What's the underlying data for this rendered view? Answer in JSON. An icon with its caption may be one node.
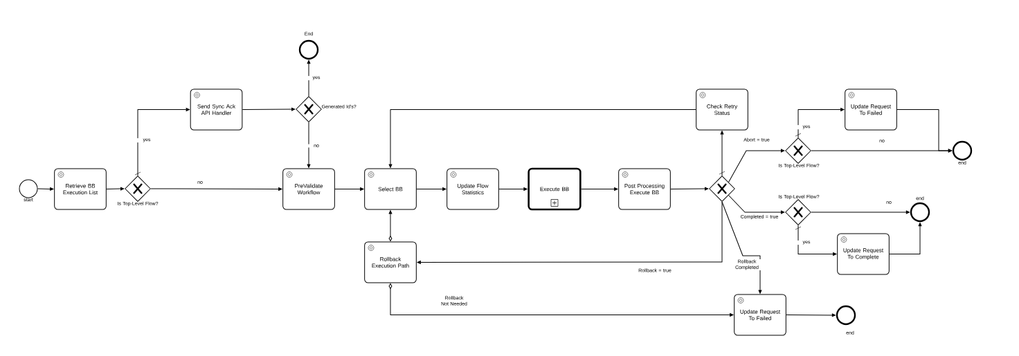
{
  "diagram": {
    "nodes": [
      {
        "text": [],
        "shape": "circle",
        "beside": [
          "start"
        ]
      },
      {
        "text": [
          "Retrieve BB Execution List"
        ]
      },
      {
        "text": [],
        "shape": "diamond",
        "beside": [
          "Is Top-Level Flow?"
        ]
      },
      {
        "text": [
          "Send Sync Ack API Handler"
        ]
      },
      {
        "text": [],
        "shape": "diamond",
        "beside": [
          "Generated Id's?"
        ]
      },
      {
        "text": [],
        "shape": "circle",
        "beside": [
          "End"
        ]
      },
      {
        "text": [
          "PreValidate Workflow"
        ]
      },
      {
        "text": [
          "Select BB"
        ]
      },
      {
        "text": [
          "Update Flow Statistics"
        ]
      },
      {
        "text": [
          "Execute BB"
        ]
      },
      {
        "text": [
          "Post Processing Execute BB"
        ]
      },
      {
        "text": [],
        "shape": "diamond"
      },
      {
        "text": [
          "Check Retry Status"
        ]
      },
      {
        "text": [
          "Rollback Execution Path"
        ]
      },
      {
        "text": [],
        "shape": "diamond",
        "beside": [
          "Is Top-Level Flow?"
        ]
      },
      {
        "text": [
          "Update Request To Failed"
        ]
      },
      {
        "text": [],
        "shape": "circle",
        "beside": [
          "end"
        ]
      },
      {
        "text": [],
        "shape": "diamond",
        "beside": [
          "Is Top-Level Flow?"
        ]
      },
      {
        "text": [],
        "shape": "circle",
        "beside": [
          "end"
        ]
      },
      {
        "text": [
          "Update Request To Complete"
        ]
      },
      {
        "text": [
          "Update Request To Failed"
        ]
      },
      {
        "text": [],
        "shape": "circle",
        "beside": [
          "end"
        ]
      }
    ],
    "edges": [
      {
        "from": 0,
        "to": 1,
        "arrow": "to"
      },
      {
        "from": 1,
        "to": 2,
        "arrow": "to"
      },
      {
        "from": 2,
        "to": 3,
        "arrow": "to",
        "label": "yes"
      },
      {
        "from": 2,
        "to": 6,
        "arrow": "to",
        "label": "no"
      },
      {
        "from": 3,
        "to": 4,
        "arrow": "to"
      },
      {
        "from": 4,
        "to": 5,
        "arrow": "to",
        "label": "yes"
      },
      {
        "from": 4,
        "to": 6,
        "arrow": "to",
        "label": "no"
      },
      {
        "from": 6,
        "to": 7,
        "arrow": "to"
      },
      {
        "from": 7,
        "to": 8,
        "arrow": "to"
      },
      {
        "from": 8,
        "to": 9,
        "arrow": "to"
      },
      {
        "from": 9,
        "to": 10,
        "arrow": "to"
      },
      {
        "from": 10,
        "to": 11,
        "arrow": "to"
      },
      {
        "from": 11,
        "to": 12,
        "arrow": "to"
      },
      {
        "from": 12,
        "to": 7,
        "arrow": "to"
      },
      {
        "from": 11,
        "to": 14,
        "arrow": "to",
        "label": "Abort = true"
      },
      {
        "from": 14,
        "to": 15,
        "arrow": "to",
        "label": "yes"
      },
      {
        "from": 14,
        "to": 16,
        "arrow": "to",
        "label": "no"
      },
      {
        "from": 15,
        "to": 16,
        "arrow": "to"
      },
      {
        "from": 11,
        "to": 17,
        "arrow": "to",
        "label": "Completed = true"
      },
      {
        "from": 17,
        "to": 18,
        "arrow": "to",
        "label": "no"
      },
      {
        "from": 17,
        "to": 19,
        "arrow": "to",
        "label": "yes"
      },
      {
        "from": 19,
        "to": 18,
        "arrow": "to"
      },
      {
        "from": 11,
        "to": 20,
        "arrow": "to",
        "label": "Rollback Completed"
      },
      {
        "from": 11,
        "to": 13,
        "arrow": "to",
        "label": "Rollback = true"
      },
      {
        "from": 13,
        "to": 7,
        "arrow": "to"
      },
      {
        "from": 13,
        "to": 20,
        "arrow": "to",
        "label": "Rollback Not Needed"
      },
      {
        "from": 20,
        "to": 21,
        "arrow": "to"
      }
    ]
  }
}
